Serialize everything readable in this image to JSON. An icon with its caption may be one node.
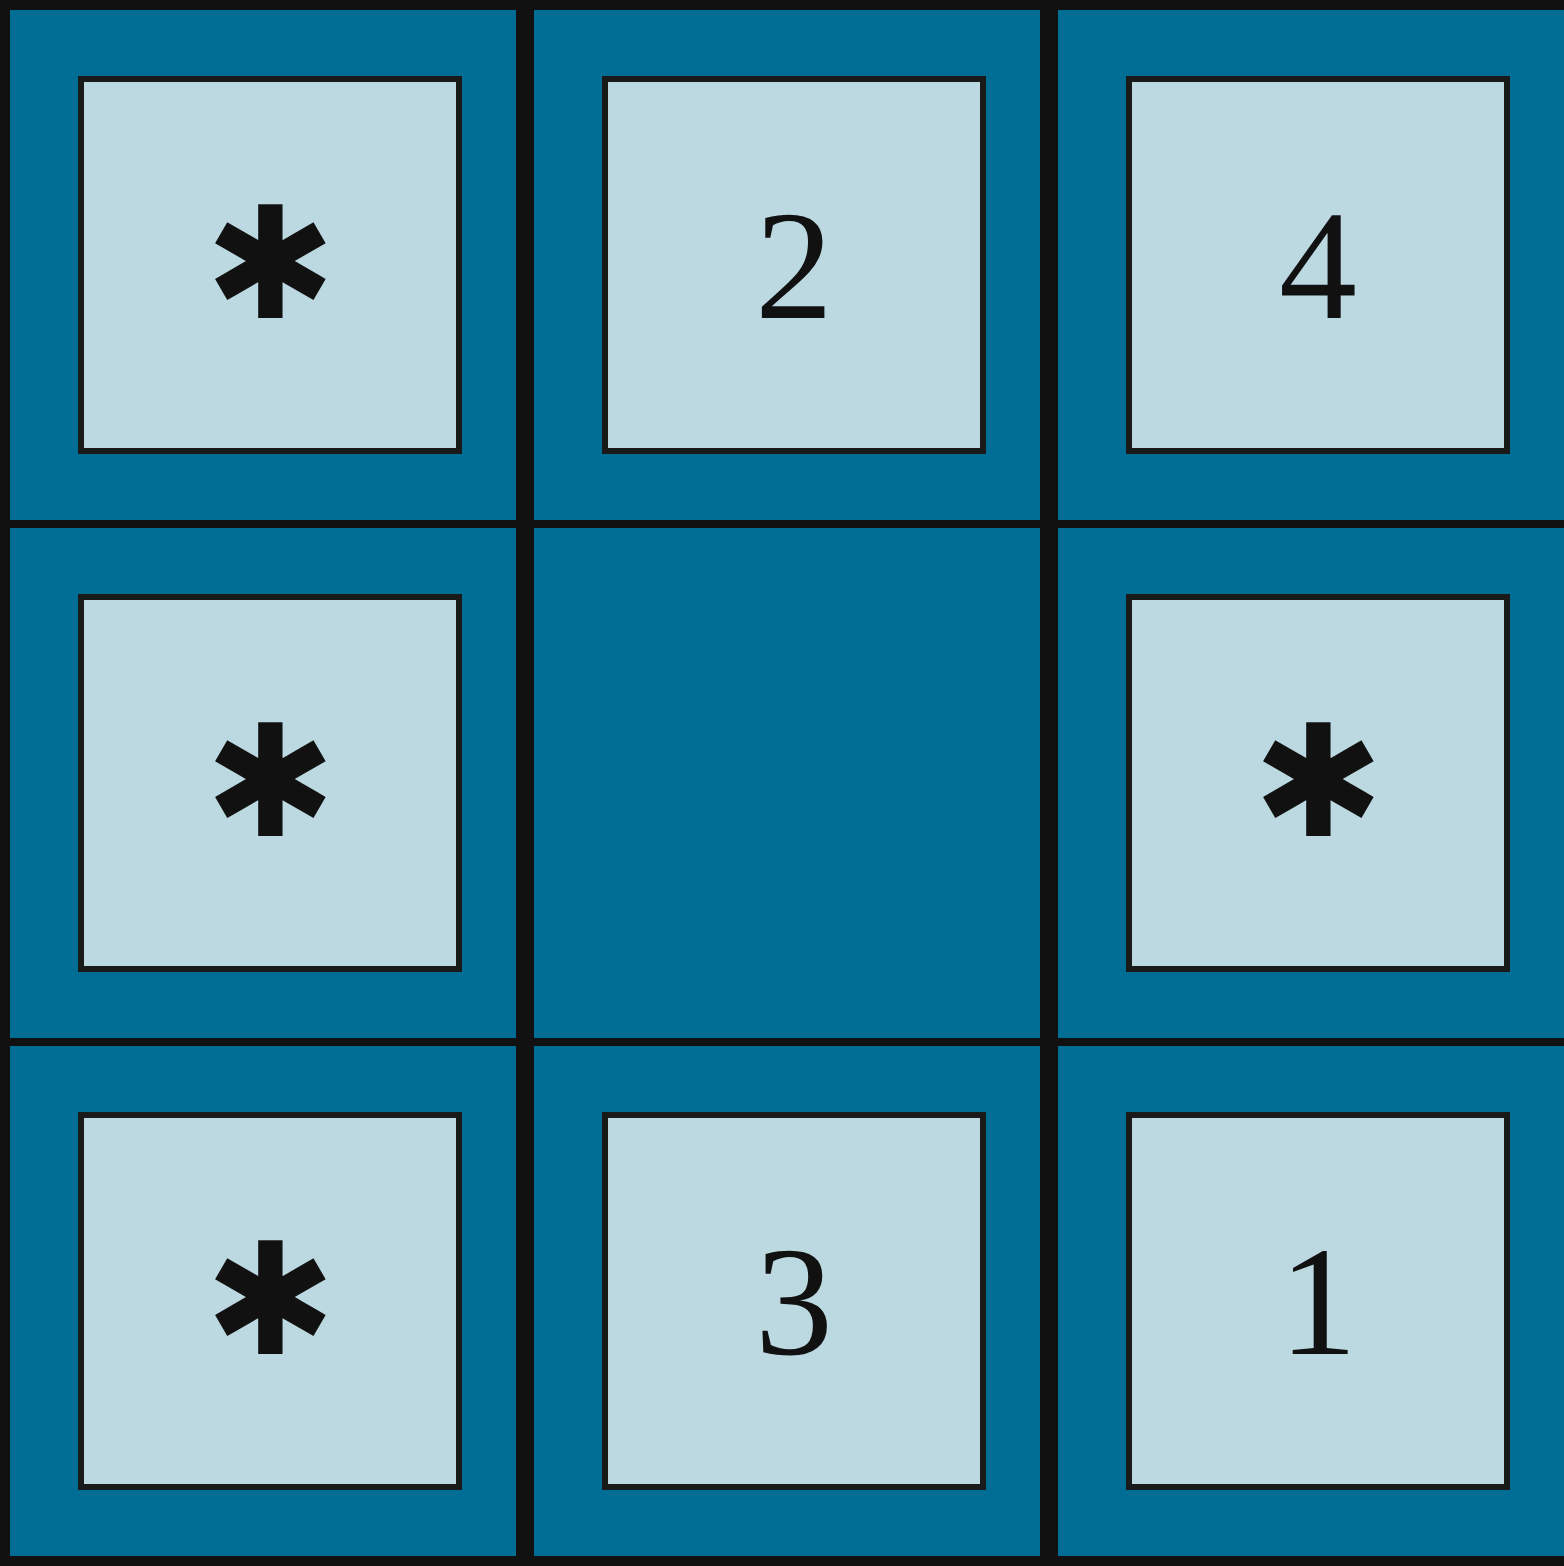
{
  "diagram": {
    "nodes": [
      {
        "text": [
          "✱"
        ]
      },
      {
        "text": [
          "2"
        ]
      },
      {
        "text": [
          "4"
        ]
      },
      {
        "text": [
          "✱"
        ]
      },
      {
        "text": [],
        "shape": "box"
      },
      {
        "text": [
          "✱"
        ]
      },
      {
        "text": [
          "✱"
        ]
      },
      {
        "text": [
          "3"
        ]
      },
      {
        "text": [
          "1"
        ]
      }
    ]
  }
}
